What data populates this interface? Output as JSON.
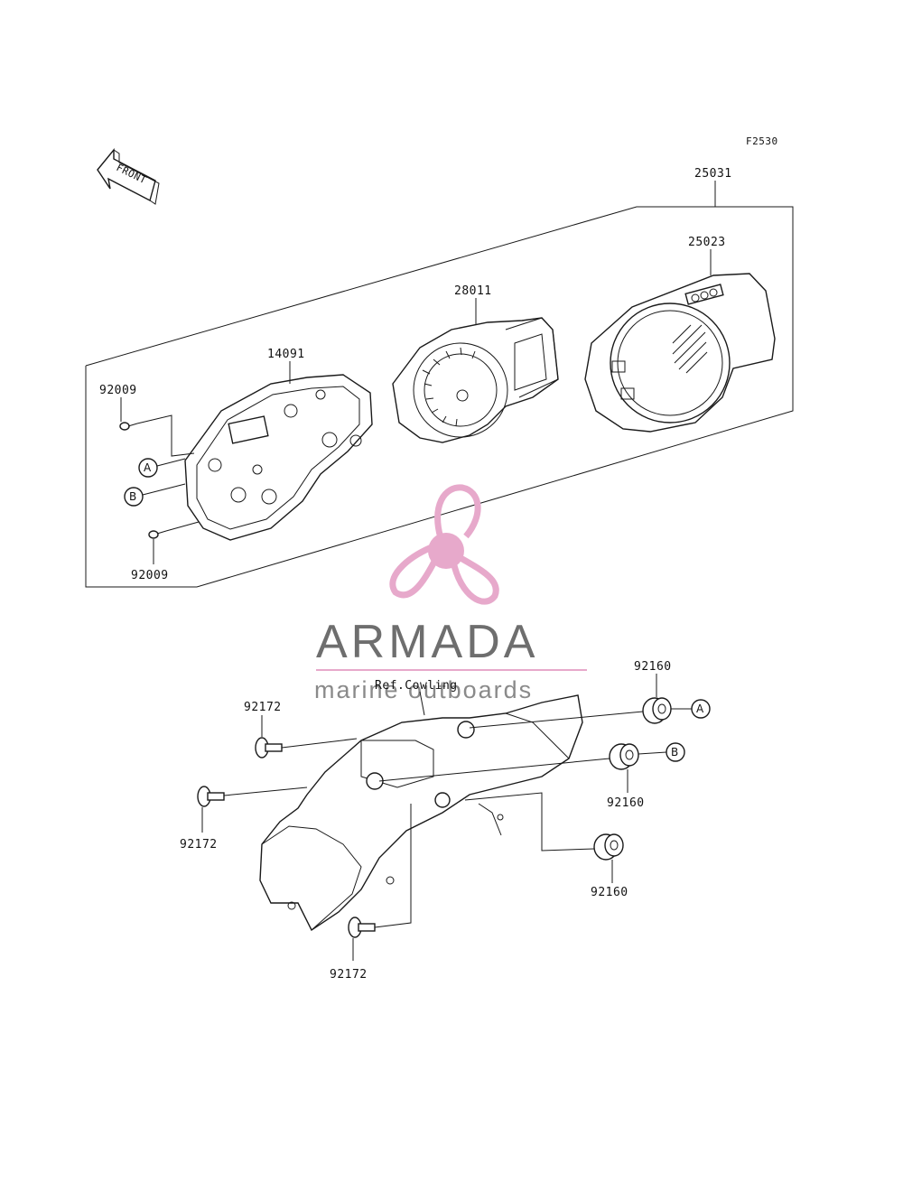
{
  "figure_code": "F2530",
  "direction_label": "FRONT",
  "parts": {
    "assembly": "25031",
    "meter_case": "25023",
    "meter_unit": "28011",
    "lower_case": "14091",
    "screw_top": "92009",
    "screw_bottom": "92009",
    "grommet_a": "92160",
    "grommet_b": "92160",
    "grommet_c": "92160",
    "bolt_1": "92172",
    "bolt_2": "92172",
    "bolt_3": "92172"
  },
  "callouts": {
    "a_left": "A",
    "b_left": "B",
    "a_right": "A",
    "b_right": "B"
  },
  "ref_note": "Ref.Cowling",
  "watermark": {
    "title": "ARMADA",
    "subtitle": "marine outboards",
    "accent_color": "#e7a9cb"
  }
}
